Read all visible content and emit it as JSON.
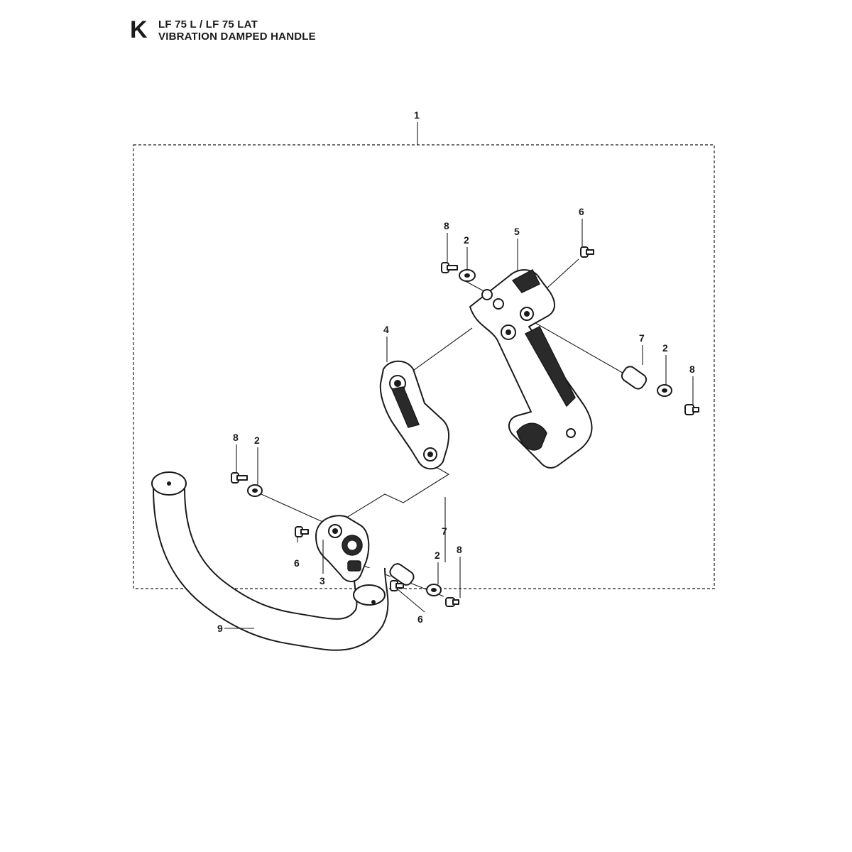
{
  "header": {
    "section_letter": "K",
    "model": "LF 75 L / LF 75 LAT",
    "title": "VIBRATION DAMPED HANDLE"
  },
  "callouts": {
    "kit": "1",
    "washer_a": "2",
    "washer_b": "2",
    "washer_c": "2",
    "washer_d": "2",
    "bracket_lower": "3",
    "damper_plate": "4",
    "handle_bracket": "5",
    "screw6_top": "6",
    "screw6_left": "6",
    "screw6_bottom": "6",
    "spacer_right": "7",
    "spacer_lower": "7",
    "bolt_top": "8",
    "bolt_right": "8",
    "bolt_left": "8",
    "bolt_bottom": "8",
    "handlebar": "9"
  }
}
